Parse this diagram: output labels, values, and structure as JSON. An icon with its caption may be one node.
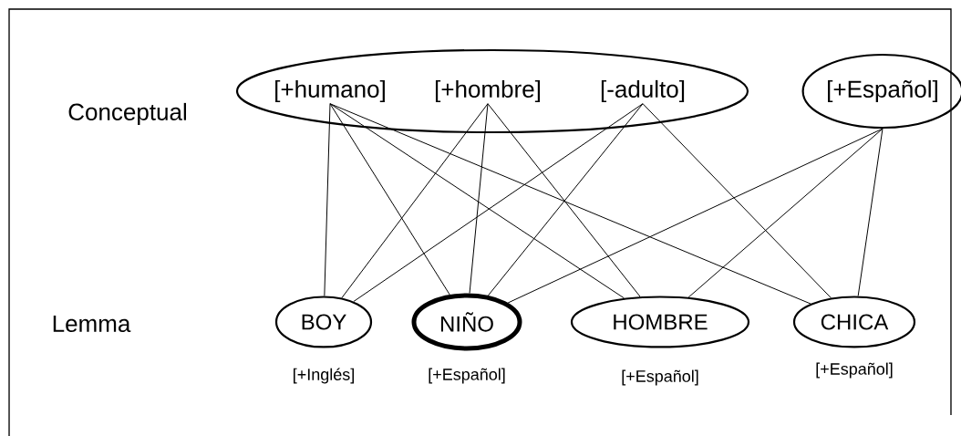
{
  "diagram": {
    "nodes": [
      {
        "text": [],
        "shape": "ellipse"
      },
      {
        "text": [
          "[+humano]"
        ],
        "in": 0
      },
      {
        "text": [
          "[+hombre]"
        ],
        "in": 0
      },
      {
        "text": [
          "[-adulto]"
        ],
        "in": 0
      },
      {
        "text": [
          "[+Español]"
        ]
      },
      {
        "text": [
          "BOY"
        ],
        "beside": [
          "[+Inglés]"
        ]
      },
      {
        "text": [
          "NIÑO"
        ],
        "beside": [
          "[+Español]"
        ]
      },
      {
        "text": [
          "HOMBRE"
        ],
        "beside": [
          "[+Español]"
        ]
      },
      {
        "text": [
          "CHICA"
        ],
        "beside": [
          "[+Español]"
        ]
      }
    ],
    "edges": [
      {
        "from": 1,
        "to": 5,
        "arrow": "none"
      },
      {
        "from": 1,
        "to": 6,
        "arrow": "none"
      },
      {
        "from": 1,
        "to": 7,
        "arrow": "none"
      },
      {
        "from": 1,
        "to": 8,
        "arrow": "none"
      },
      {
        "from": 2,
        "to": 5,
        "arrow": "none"
      },
      {
        "from": 2,
        "to": 6,
        "arrow": "none"
      },
      {
        "from": 2,
        "to": 7,
        "arrow": "none"
      },
      {
        "from": 3,
        "to": 5,
        "arrow": "none"
      },
      {
        "from": 3,
        "to": 6,
        "arrow": "none"
      },
      {
        "from": 3,
        "to": 8,
        "arrow": "none"
      },
      {
        "from": 4,
        "to": 6,
        "arrow": "none"
      },
      {
        "from": 4,
        "to": 7,
        "arrow": "none"
      },
      {
        "from": 4,
        "to": 8,
        "arrow": "none"
      }
    ],
    "labels": [
      "Conceptual",
      "Lemma"
    ]
  }
}
